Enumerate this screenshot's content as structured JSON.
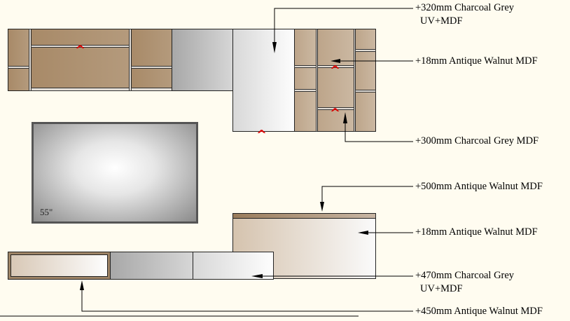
{
  "tv": {
    "size_label": "55\""
  },
  "annotations": [
    {
      "line1": "+320mm Charcoal Grey",
      "line2": "UV+MDF"
    },
    {
      "line1": "+18mm Antique Walnut MDF"
    },
    {
      "line1": "+300mm Charcoal Grey MDF"
    },
    {
      "line1": "+500mm Antique Walnut MDF"
    },
    {
      "line1": "+18mm Antique Walnut MDF"
    },
    {
      "line1": "+470mm Charcoal Grey",
      "line2": "UV+MDF"
    },
    {
      "line1": "+450mm Antique Walnut MDF"
    }
  ],
  "colors": {
    "walnut": "#a88a68",
    "charcoal": "#a8a8a8",
    "marker": "#e00000"
  }
}
